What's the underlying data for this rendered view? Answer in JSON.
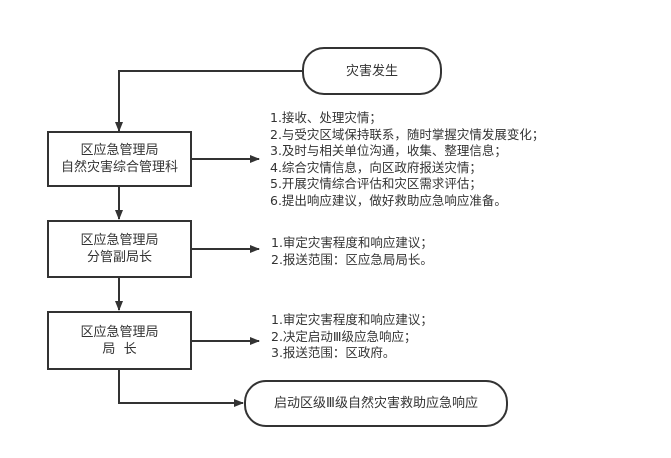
{
  "diagram": {
    "start": {
      "label": "灾害发生"
    },
    "steps": [
      {
        "lines": [
          "区应急管理局",
          "自然灾害综合管理科"
        ],
        "notes": [
          "1.接收、处理灾情；",
          "2.与受灾区域保持联系，随时掌握灾情发展变化；",
          "3.及时与相关单位沟通，收集、整理信息；",
          "4.综合灾情信息，向区政府报送灾情；",
          "5.开展灾情综合评估和灾区需求评估；",
          "6.提出响应建议，做好救助应急响应准备。"
        ]
      },
      {
        "lines": [
          "区应急管理局",
          "分管副局长"
        ],
        "notes": [
          "1.审定灾害程度和响应建议；",
          "2.报送范围：区应急局局长。"
        ]
      },
      {
        "lines": [
          "区应急管理局",
          "局  长"
        ],
        "notes": [
          "1.审定灾害程度和响应建议；",
          "2.决定启动Ⅲ级应急响应；",
          "3.报送范围：区政府。"
        ]
      }
    ],
    "end": {
      "label": "启动区级Ⅲ级自然灾害救助应急响应"
    }
  }
}
